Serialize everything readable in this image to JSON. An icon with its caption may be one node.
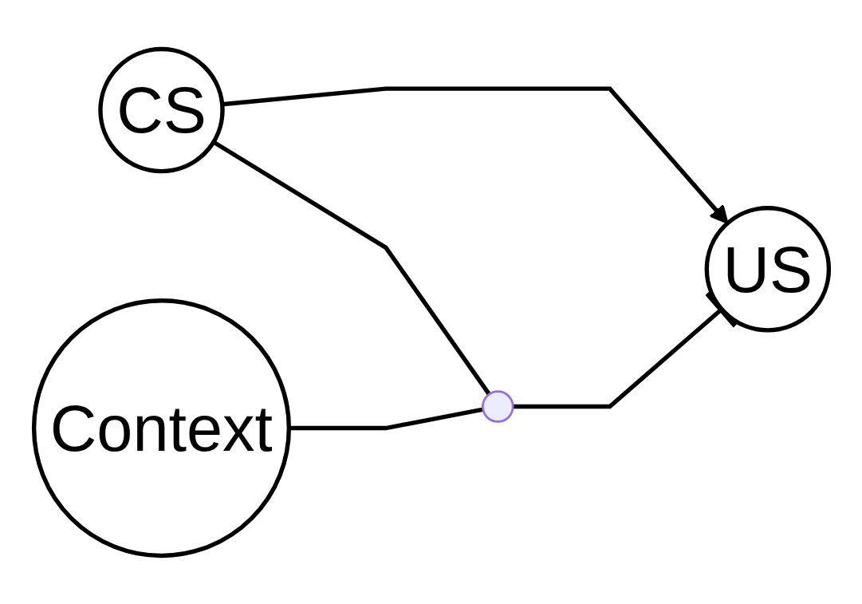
{
  "diagram": {
    "nodes": [
      {
        "text": [
          "CS"
        ]
      },
      {
        "text": [
          "US"
        ]
      },
      {
        "text": [
          "Context"
        ]
      },
      {
        "text": [],
        "shape": "circle"
      }
    ],
    "edges": [
      {
        "from": 0,
        "to": 1,
        "arrow": "to"
      },
      {
        "from": 0,
        "to": 3,
        "arrow": "none"
      },
      {
        "from": 3,
        "to": 1,
        "arrow": "other"
      },
      {
        "from": 2,
        "to": 3,
        "arrow": "none"
      }
    ]
  }
}
